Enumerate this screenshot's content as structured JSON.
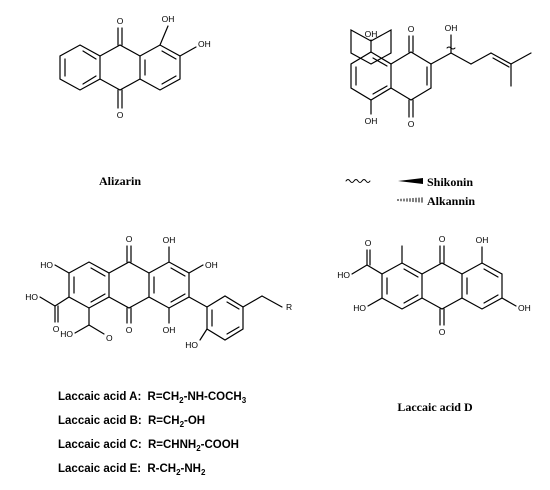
{
  "molecules": {
    "alizarin": {
      "name": "Alizarin",
      "atoms": {
        "o_top": "O",
        "oh_1": "OH",
        "oh_2": "OH",
        "o_bottom": "O"
      }
    },
    "shikonin_alkannin": {
      "atoms": {
        "oh_side": "OH",
        "o_top": "O",
        "oh_top": "OH",
        "oh_bottom": "OH",
        "o_bottom": "O"
      },
      "legend": [
        {
          "name": "Shikonin"
        },
        {
          "name": "Alkannin"
        }
      ]
    },
    "laccaic_acids": {
      "atoms": {
        "o_top": "O",
        "oh_top1": "OH",
        "oh_left": "HO",
        "oh_right": "OH",
        "carboxyl_o_left": "O",
        "carboxyl_ho_left": "HO",
        "o_mid": "O",
        "oh_mid": "OH",
        "r_group": "R",
        "carboxyl_o_bottom": "O",
        "carboxyl_ho_bottom": "HO",
        "oh_phenol": "HO"
      },
      "variants": [
        {
          "label": "Laccaic acid A:",
          "prefix": "R=CH",
          "sub": "2",
          "mid": "-NH-COCH",
          "sub2": "3"
        },
        {
          "label": "Laccaic acid B:",
          "prefix": "R=CH",
          "sub": "2",
          "mid": "-OH",
          "sub2": ""
        },
        {
          "label": "Laccaic acid C:",
          "prefix": "R=CHNH",
          "sub": "2",
          "mid": "-COOH",
          "sub2": ""
        },
        {
          "label": "Laccaic acid E:",
          "prefix": "R-CH",
          "sub": "2",
          "mid": "-NH",
          "sub2": "2"
        }
      ]
    },
    "laccaic_acid_d": {
      "name": "Laccaic acid D",
      "atoms": {
        "o_top": "O",
        "oh_top": "OH",
        "carboxyl_o": "O",
        "carboxyl_ho": "HO",
        "oh_left": "HO",
        "o_bottom": "O",
        "oh_right": "OH"
      }
    }
  }
}
